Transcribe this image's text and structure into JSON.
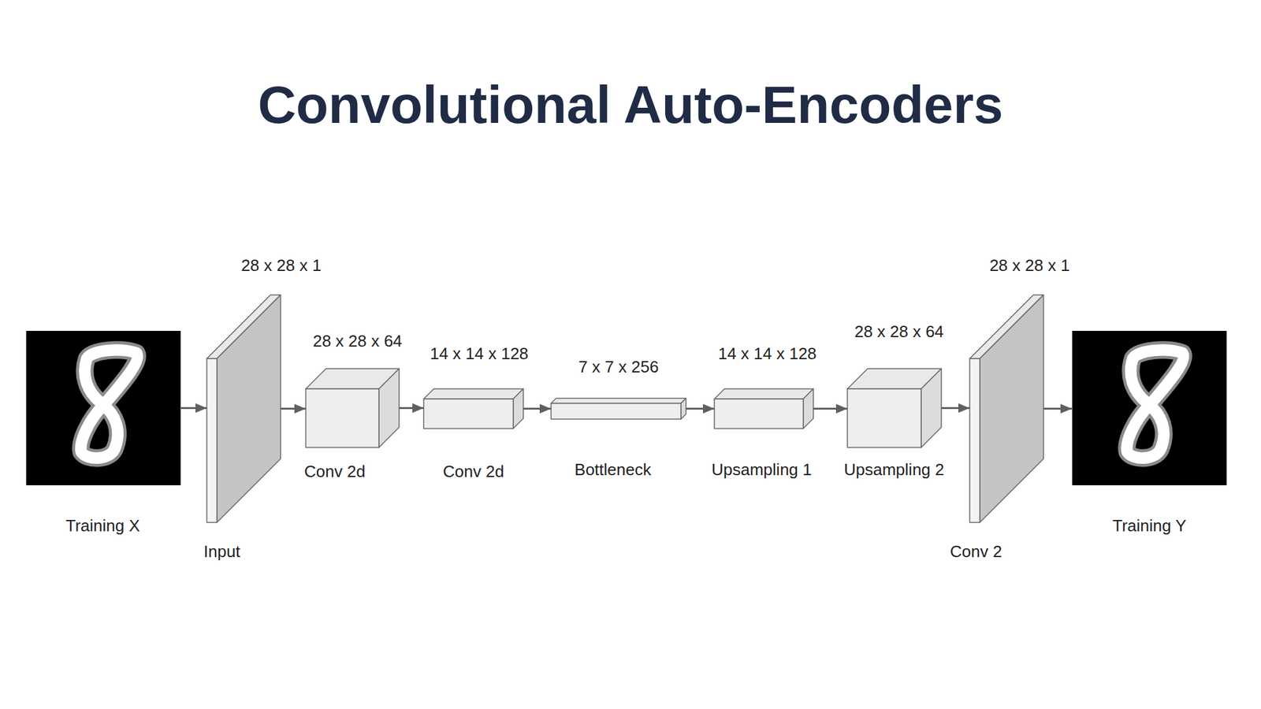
{
  "diagram": {
    "title": "Convolutional Auto-Encoders",
    "nodes": [
      {
        "text": [
          "Training X"
        ]
      },
      {
        "text": [
          "28 x 28 x 1",
          "Input"
        ]
      },
      {
        "text": [
          "28 x 28 x 64",
          "Conv 2d"
        ]
      },
      {
        "text": [
          "14 x 14 x 128",
          "Conv 2d"
        ]
      },
      {
        "text": [
          "7 x 7 x 256",
          "Bottleneck"
        ]
      },
      {
        "text": [
          "14 x 14 x 128",
          "Upsampling 1"
        ]
      },
      {
        "text": [
          "28 x 28 x 64",
          "Upsampling 2"
        ]
      },
      {
        "text": [
          "28 x 28 x 1",
          "Conv 2"
        ]
      },
      {
        "text": [
          "Training Y"
        ]
      }
    ],
    "edges": [
      {
        "from": 0,
        "to": 1,
        "arrow": "to"
      },
      {
        "from": 1,
        "to": 2,
        "arrow": "to"
      },
      {
        "from": 2,
        "to": 3,
        "arrow": "to"
      },
      {
        "from": 3,
        "to": 4,
        "arrow": "to"
      },
      {
        "from": 4,
        "to": 5,
        "arrow": "to"
      },
      {
        "from": 5,
        "to": 6,
        "arrow": "to"
      },
      {
        "from": 6,
        "to": 7,
        "arrow": "to"
      },
      {
        "from": 7,
        "to": 8,
        "arrow": "to"
      }
    ]
  }
}
